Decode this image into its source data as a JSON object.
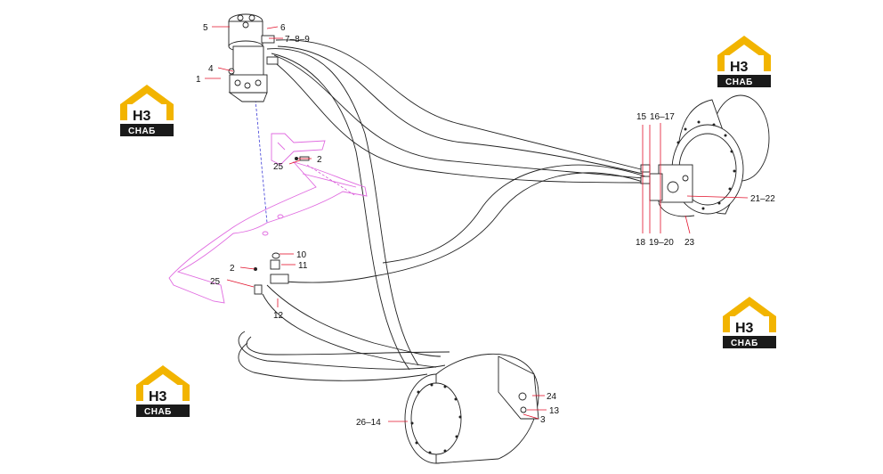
{
  "callouts": [
    {
      "id": "c5",
      "text": "5"
    },
    {
      "id": "c6",
      "text": "6"
    },
    {
      "id": "c789",
      "text": "7–8–9"
    },
    {
      "id": "c4",
      "text": "4"
    },
    {
      "id": "c1",
      "text": "1"
    },
    {
      "id": "c2a",
      "text": "2"
    },
    {
      "id": "c25a",
      "text": "25"
    },
    {
      "id": "c10",
      "text": "10"
    },
    {
      "id": "c11",
      "text": "11"
    },
    {
      "id": "c2b",
      "text": "2"
    },
    {
      "id": "c25b",
      "text": "25"
    },
    {
      "id": "c12",
      "text": "12"
    },
    {
      "id": "c15",
      "text": "15"
    },
    {
      "id": "c1617",
      "text": "16–17"
    },
    {
      "id": "c2122",
      "text": "21–22"
    },
    {
      "id": "c18",
      "text": "18"
    },
    {
      "id": "c1920",
      "text": "19–20"
    },
    {
      "id": "c23",
      "text": "23"
    },
    {
      "id": "c24",
      "text": "24"
    },
    {
      "id": "c13",
      "text": "13"
    },
    {
      "id": "c3",
      "text": "3"
    },
    {
      "id": "c2614",
      "text": "26–14"
    }
  ],
  "logos": [
    {
      "id": "logo1",
      "top": "H3",
      "bottom": "СНАБ"
    },
    {
      "id": "logo2",
      "top": "H3",
      "bottom": "СНАБ"
    },
    {
      "id": "logo3",
      "top": "H3",
      "bottom": "СНАБ"
    },
    {
      "id": "logo4",
      "top": "H3",
      "bottom": "СНАБ"
    }
  ],
  "colors": {
    "logo_yellow": "#f2b400",
    "logo_dark": "#1a1a1a",
    "leader_red": "#e2102a",
    "frame_magenta": "#e06be0"
  }
}
